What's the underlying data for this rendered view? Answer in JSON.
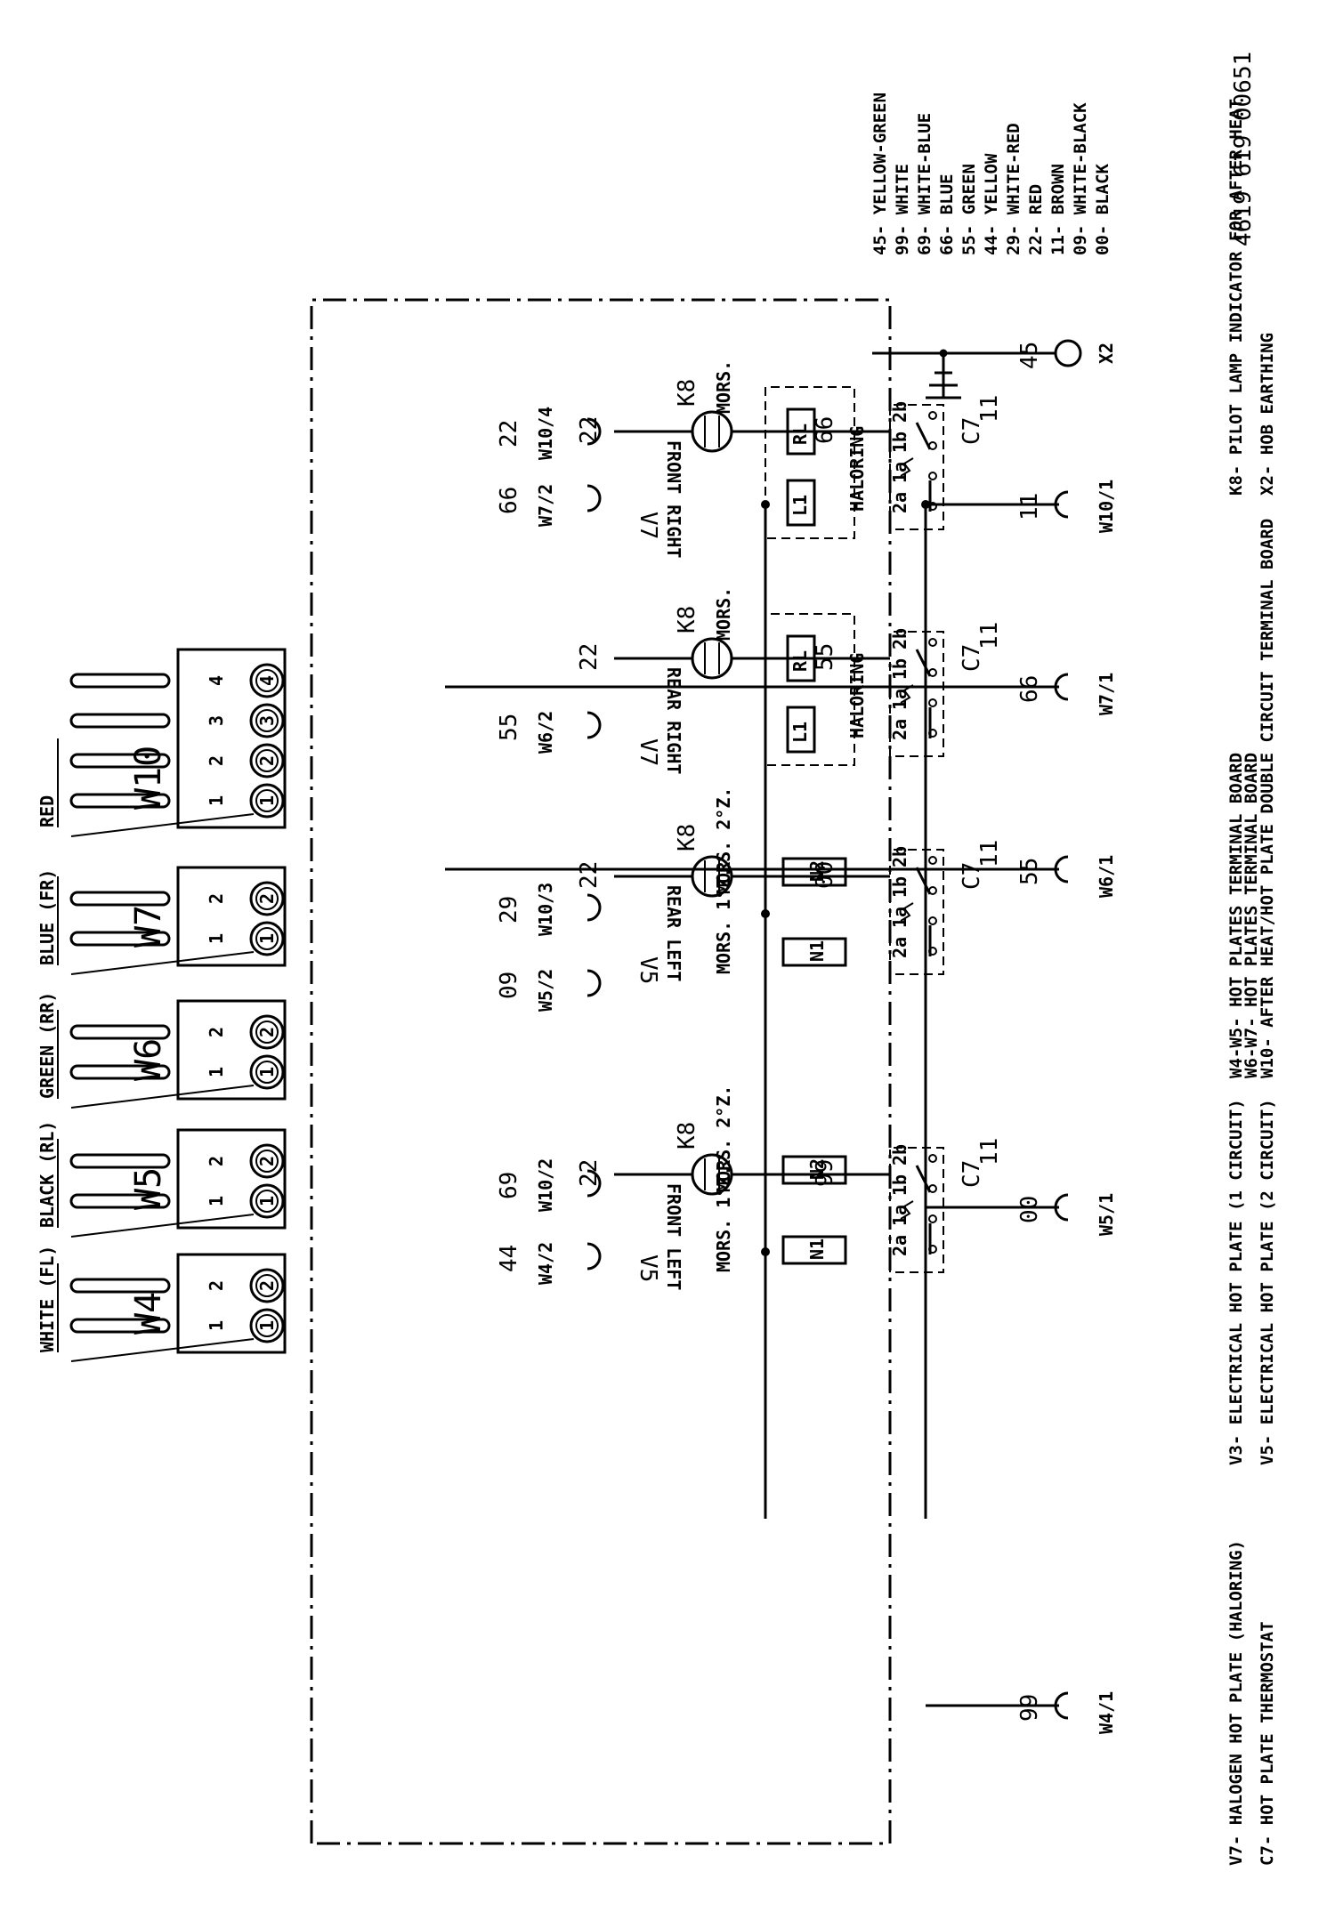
{
  "legend_components": [
    "V7- HALOGEN HOT PLATE (HALORING)",
    "C7- HOT PLATE THERMOSTAT",
    "V3- ELECTRICAL HOT PLATE (1 CIRCUIT)",
    "V5- ELECTRICAL HOT PLATE (2 CIRCUIT)",
    "W4-W5- HOT PLATES TERMINAL BOARD",
    "W6-W7- HOT PLATES TERMINAL BOARD",
    "W10- AFTER HEAT/HOT PLATE DOUBLE CIRCUIT TERMINAL BOARD",
    "K8- PILOT LAMP INDICATOR FOR AFTER HEAT",
    "X2- HOB EARTHING"
  ],
  "color_codes": [
    "00- BLACK",
    "09- WHITE-BLACK",
    "11- BROWN",
    "22- RED",
    "29- WHITE-RED",
    "44- YELLOW",
    "55- GREEN",
    "66- BLUE",
    "69- WHITE-BLUE",
    "99- WHITE",
    "45- YELLOW-GREEN"
  ],
  "drawing_number": "4619 619 00651",
  "top_terminals": [
    "W4/1",
    "W5/1",
    "W6/1",
    "W7/1",
    "W10/1",
    "X2"
  ],
  "top_wire_codes": [
    "99",
    "00",
    "55",
    "66",
    "11",
    "45"
  ],
  "bottom_terminals": [
    "W4/2",
    "W10/2",
    "W5/2",
    "W10/3",
    "W6/2",
    "W7/2",
    "W10/4"
  ],
  "bottom_wire_codes": [
    "44",
    "69",
    "09",
    "29",
    "55",
    "66",
    "22"
  ],
  "zones": [
    {
      "name": "FRONT LEFT",
      "lamp_wire": "99",
      "plate": "V5"
    },
    {
      "name": "REAR LEFT",
      "lamp_wire": "00",
      "plate": "V5"
    },
    {
      "name": "REAR RIGHT",
      "lamp_wire": "55",
      "plate": "V7"
    },
    {
      "name": "FRONT RIGHT",
      "lamp_wire": "66",
      "plate": "V7"
    }
  ],
  "thermostat_label": "C7",
  "lamp_label": "K8",
  "common_wire": "11",
  "return_wire": "22",
  "switch_contacts": [
    "2a",
    "1a",
    "1b",
    "2b"
  ],
  "halogen_label": "HALORING",
  "halogen_resistors": [
    "L1",
    "RL"
  ],
  "plate_resistors": [
    "N1",
    "N2"
  ],
  "mors_1": "MORS. 1°Z.",
  "mors_2": "MORS. 2°Z.",
  "mors": "MORS.",
  "terminal_boards": [
    {
      "name": "W4",
      "wire_label": "WHITE (FL)",
      "pins": [
        "1",
        "2"
      ]
    },
    {
      "name": "W5",
      "wire_label": "BLACK (RL)",
      "pins": [
        "1",
        "2"
      ]
    },
    {
      "name": "W6",
      "wire_label": "GREEN (RR)",
      "pins": [
        "1",
        "2"
      ]
    },
    {
      "name": "W7",
      "wire_label": "BLUE (FR)",
      "pins": [
        "1",
        "2"
      ]
    },
    {
      "name": "W10",
      "wire_label": "RED",
      "pins": [
        "1",
        "2",
        "3",
        "4"
      ]
    }
  ]
}
